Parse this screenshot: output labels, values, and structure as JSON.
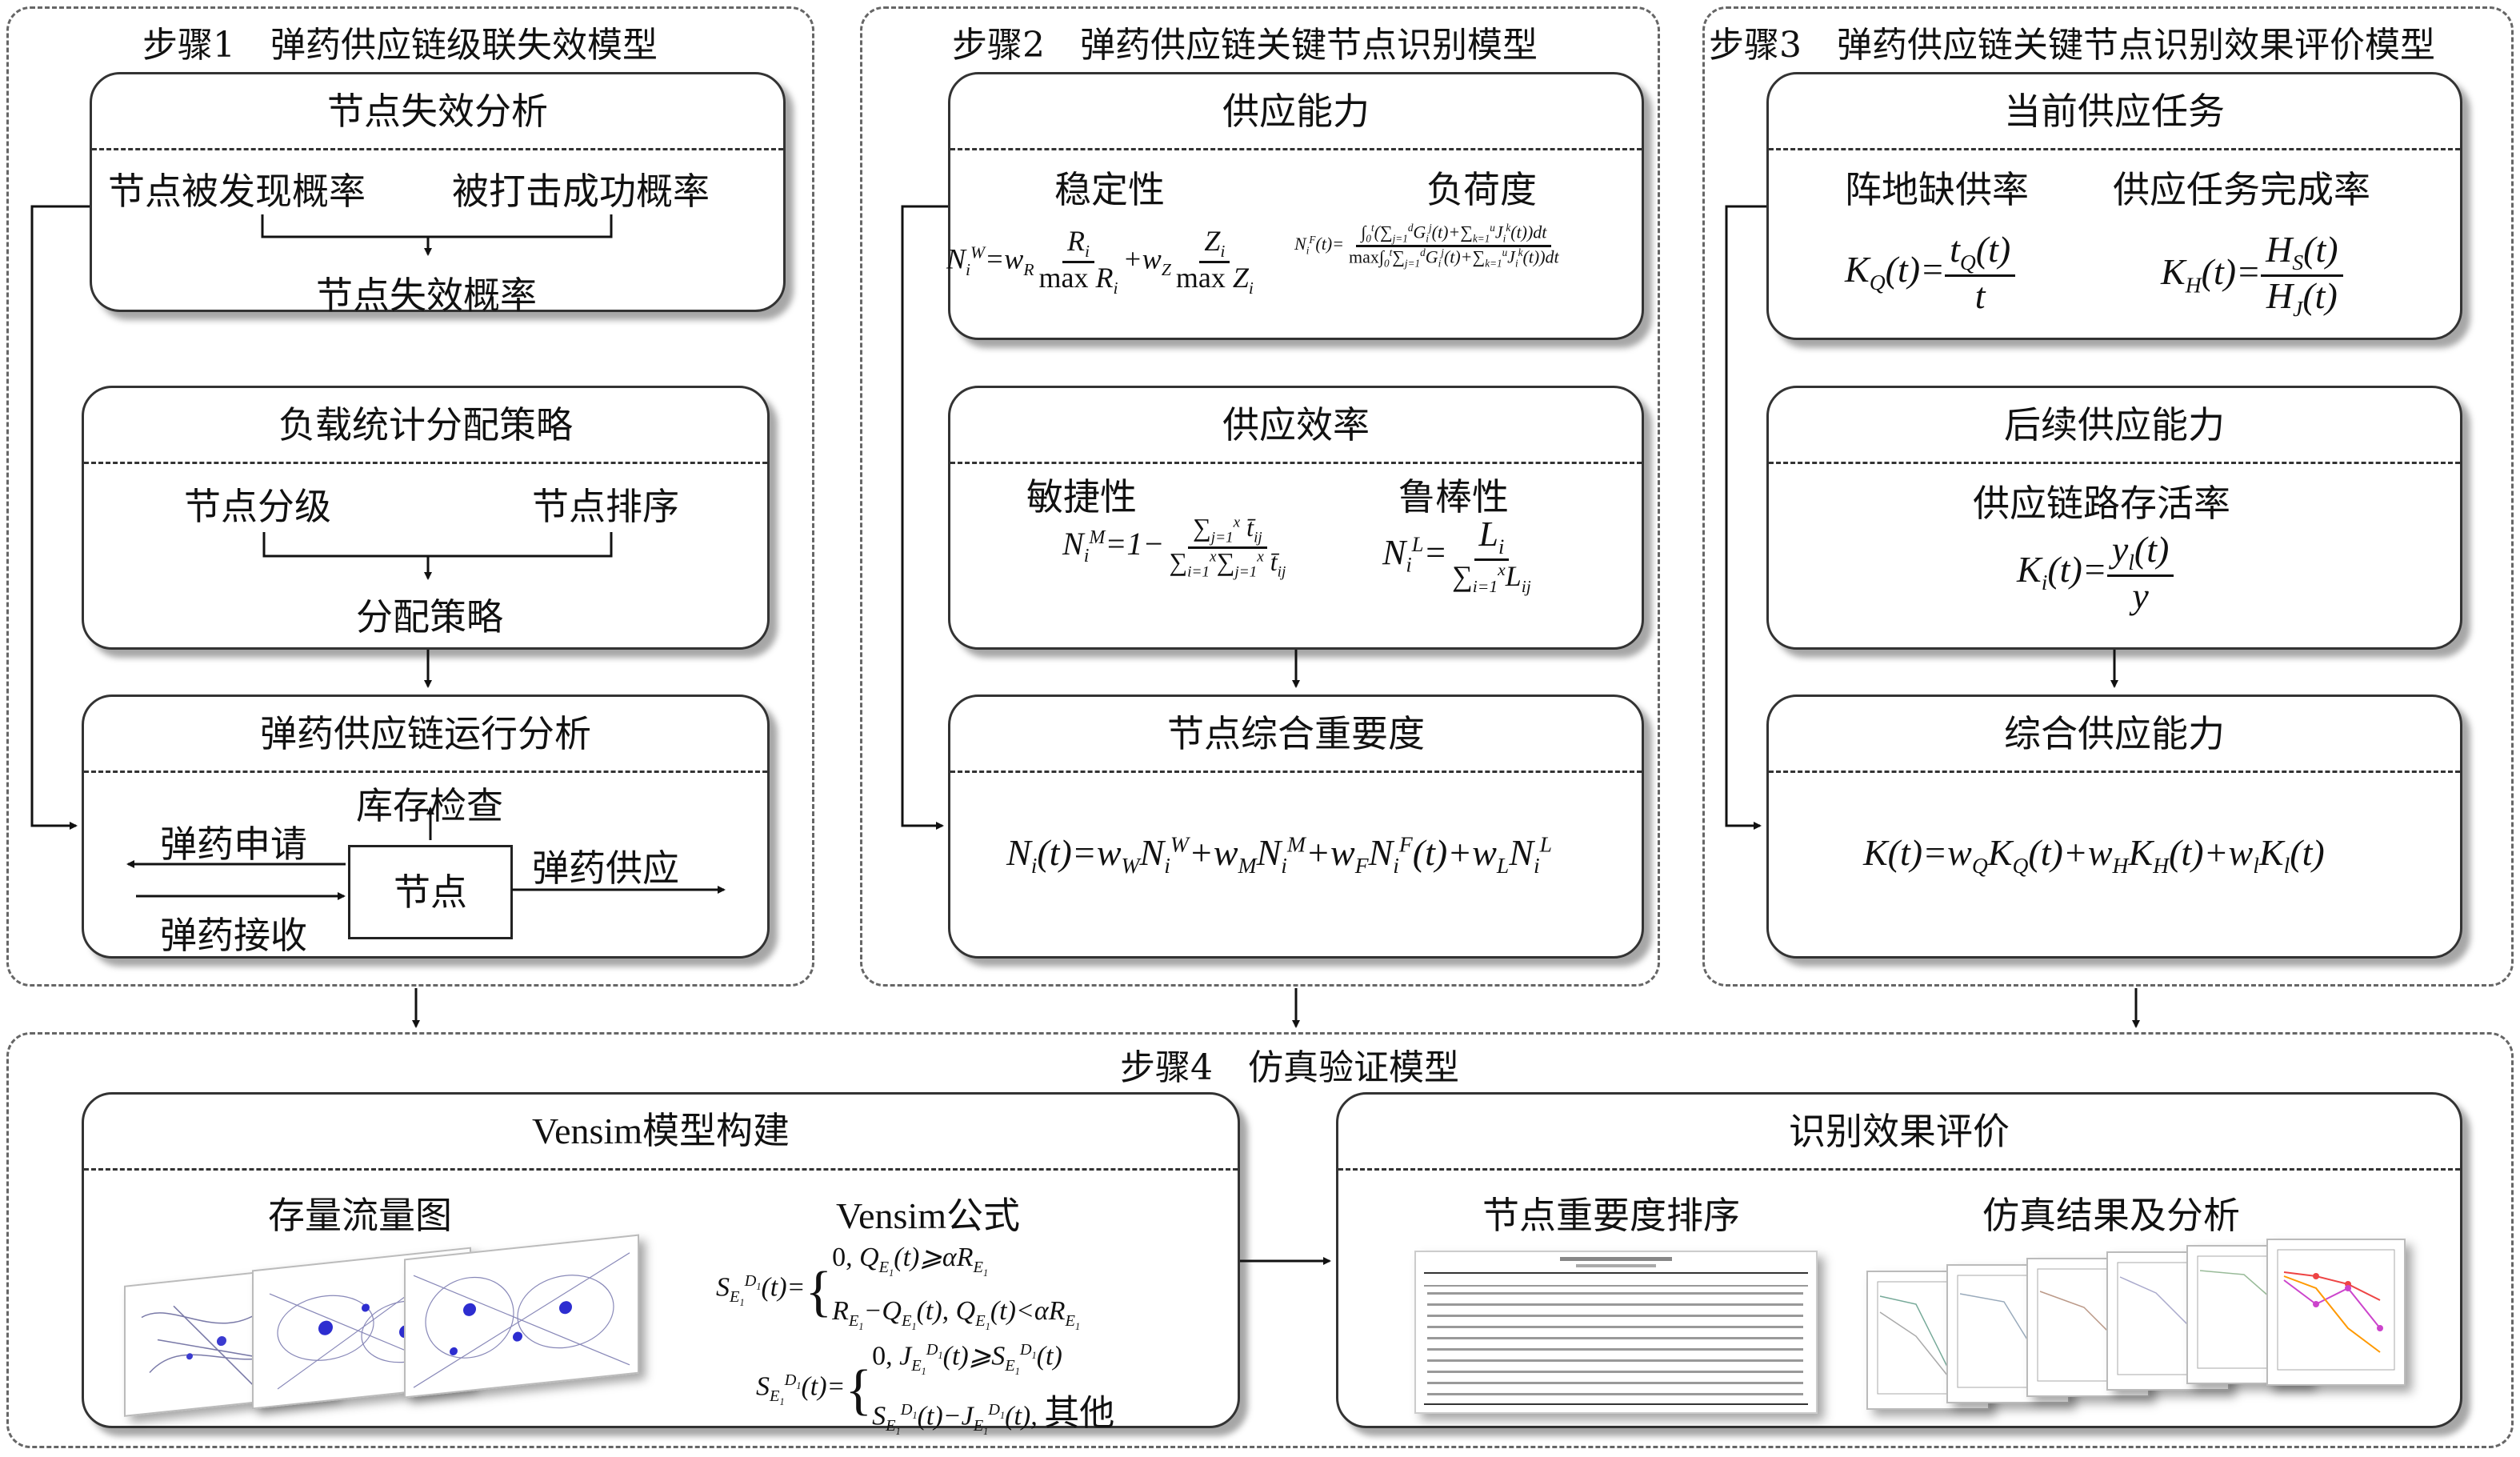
{
  "step1": {
    "title": "步骤1　弹药供应链级联失效模型",
    "box1": {
      "head": "节点失效分析",
      "left": "节点被发现概率",
      "right": "被打击成功概率",
      "result": "节点失效概率"
    },
    "box2": {
      "head": "负载统计分配策略",
      "left": "节点分级",
      "right": "节点排序",
      "result": "分配策略"
    },
    "box3": {
      "head": "弹药供应链运行分析",
      "inventory": "库存检查",
      "request": "弹药申请",
      "receive": "弹药接收",
      "supply": "弹药供应",
      "node": "节点"
    }
  },
  "step2": {
    "title": "步骤2　弹药供应链关键节点识别模型",
    "box1": {
      "head": "供应能力",
      "left": "稳定性",
      "right": "负荷度"
    },
    "box2": {
      "head": "供应效率",
      "left": "敏捷性",
      "right": "鲁棒性"
    },
    "box3": {
      "head": "节点综合重要度"
    }
  },
  "step3": {
    "title": "步骤3　弹药供应链关键节点识别效果评价模型",
    "box1": {
      "head": "当前供应任务",
      "left": "阵地缺供率",
      "right": "供应任务完成率"
    },
    "box2": {
      "head": "后续供应能力",
      "sub": "供应链路存活率"
    },
    "box3": {
      "head": "综合供应能力"
    }
  },
  "step4": {
    "title": "步骤4　仿真验证模型",
    "left": {
      "head": "Vensim模型构建",
      "img_label": "存量流量图",
      "formula_label": "Vensim公式",
      "other": "其他"
    },
    "right": {
      "head": "识别效果评价",
      "img1_label": "节点重要度排序",
      "img2_label": "仿真结果及分析"
    }
  }
}
